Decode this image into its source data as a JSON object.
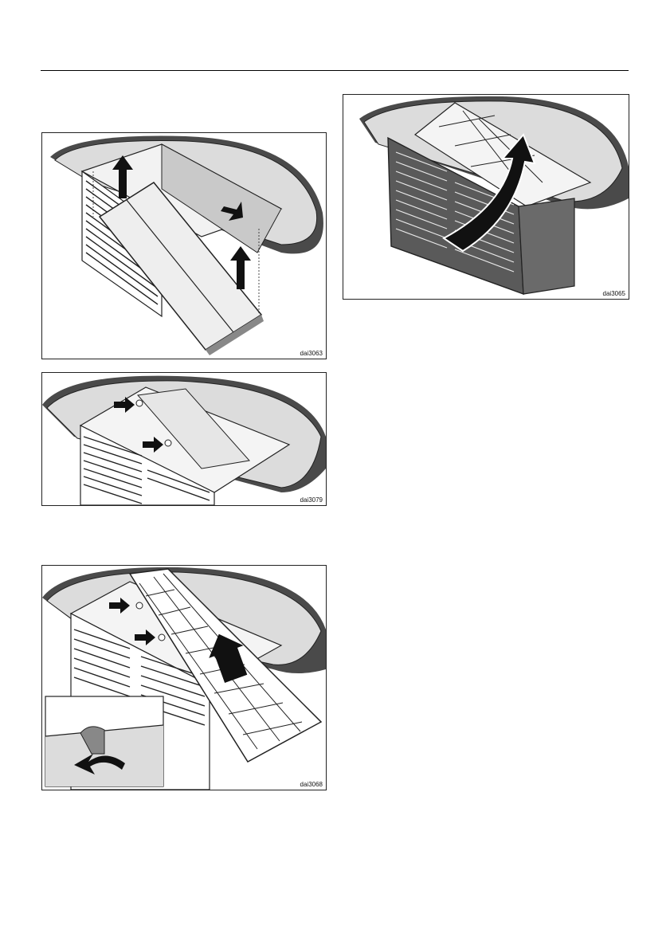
{
  "figures": [
    {
      "label": "dai3063",
      "content": "Illustration: removing the air guide cover from the ceiling-mounted unit, with arrows indicating upward movement."
    },
    {
      "label": "dai3079",
      "content": "Illustration: two arrows pointing to mounting holes on the unit's top panel."
    },
    {
      "label": "dai3068",
      "content": "Illustration: sliding the filter grille into position; inset shows the latch being turned."
    },
    {
      "label": "dai3065",
      "content": "Illustration: the front grille swinging up and closing against the ceiling, indicated by a curved arrow."
    }
  ],
  "colors": {
    "ceiling": "#dcdcdc",
    "shadow": "#5a5a5a",
    "arrow": "#111111",
    "line": "#222222"
  }
}
